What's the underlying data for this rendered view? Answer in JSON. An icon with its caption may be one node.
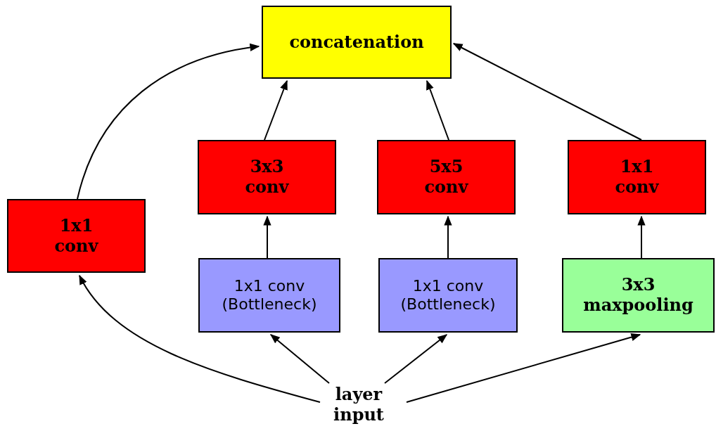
{
  "diagram": {
    "nodes": [
      {
        "text": [
          "concatenation"
        ]
      },
      {
        "text": [
          "1x1 conv"
        ]
      },
      {
        "text": [
          "3x3 conv"
        ]
      },
      {
        "text": [
          "5x5 conv"
        ]
      },
      {
        "text": [
          "1x1 conv"
        ]
      },
      {
        "text": [
          "1x1 conv (Bottleneck)"
        ]
      },
      {
        "text": [
          "1x1 conv (Bottleneck)"
        ]
      },
      {
        "text": [
          "3x3 maxpooling"
        ]
      },
      {
        "text": [
          "layer input"
        ]
      }
    ],
    "edges": [
      {
        "from": 8,
        "to": 1,
        "arrow": "to"
      },
      {
        "from": 8,
        "to": 5,
        "arrow": "to"
      },
      {
        "from": 8,
        "to": 6,
        "arrow": "to"
      },
      {
        "from": 8,
        "to": 7,
        "arrow": "to"
      },
      {
        "from": 5,
        "to": 2,
        "arrow": "to"
      },
      {
        "from": 6,
        "to": 3,
        "arrow": "to"
      },
      {
        "from": 7,
        "to": 4,
        "arrow": "to"
      },
      {
        "from": 1,
        "to": 0,
        "arrow": "to"
      },
      {
        "from": 2,
        "to": 0,
        "arrow": "to"
      },
      {
        "from": 3,
        "to": 0,
        "arrow": "to"
      },
      {
        "from": 4,
        "to": 0,
        "arrow": "to"
      }
    ]
  }
}
